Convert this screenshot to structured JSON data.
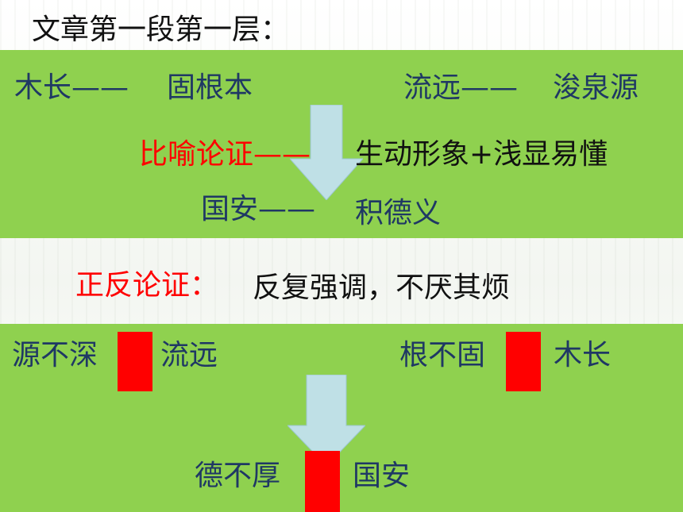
{
  "title": "文章第一段第一层：",
  "top_panel": {
    "tree_long": "木长——",
    "root_solid": "固根本",
    "stream_far": "流远——",
    "dredge_source": "浚泉源",
    "metaphor_label": "比喻论证——",
    "metaphor_effect": "生动形象+浅显易懂",
    "country_safe": "国安——",
    "accumulate_virtue": "积德义"
  },
  "middle": {
    "label": "正反论证：",
    "text": "反复强调，不厌其烦"
  },
  "bottom_panel": {
    "source_shallow": "源不深",
    "stream_far": "流远",
    "root_loose": "根不固",
    "tree_long": "木长",
    "virtue_thin": "德不厚",
    "country_safe": "国安"
  },
  "colors": {
    "panel_green": "#8fd14f",
    "text_blue": "#1f3864",
    "red": "#ff0000",
    "arrow_fill": "#bfe0e6"
  },
  "icons": [
    "down-arrow-icon",
    "down-arrow-icon"
  ]
}
